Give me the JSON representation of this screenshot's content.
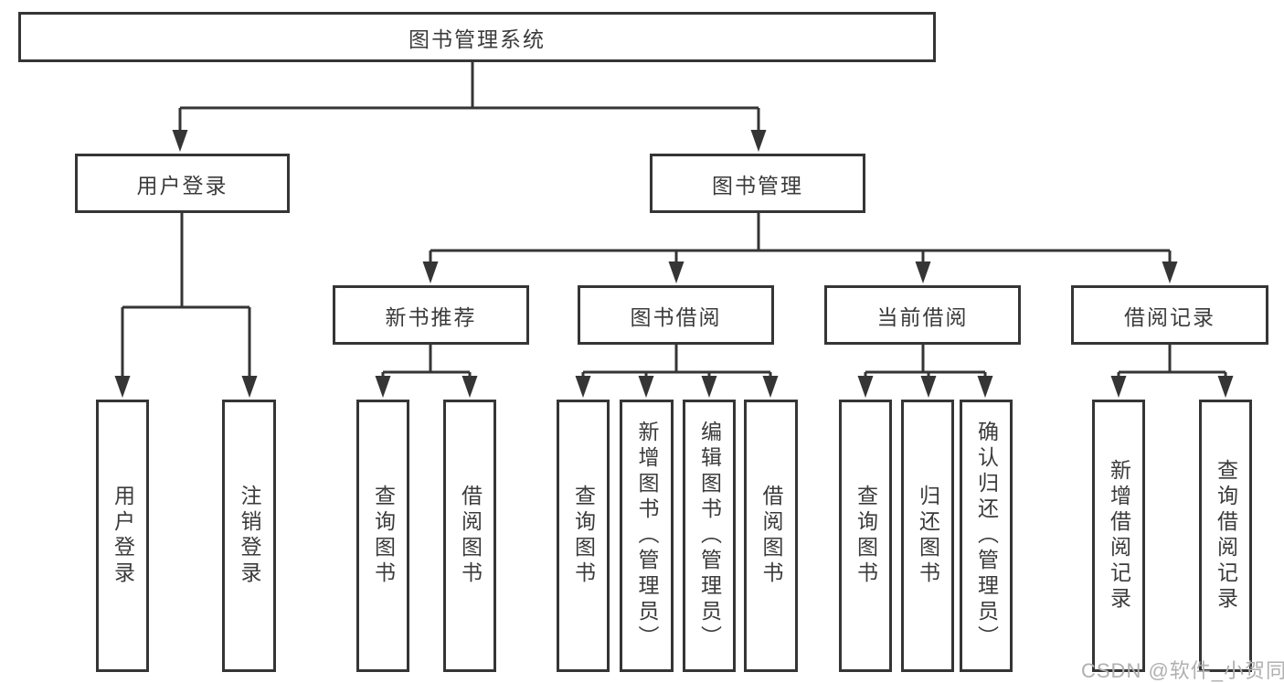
{
  "diagram": {
    "colors": {
      "line": "#353535",
      "text": "#3b3b3b",
      "background": "#ffffff",
      "watermark": "#b0b0b0"
    },
    "watermark": "CSDN @软件_小贺同学",
    "nodes": {
      "root": "图书管理系统",
      "user_login": "用户登录",
      "book_management": "图书管理",
      "new_book_recommend": "新书推荐",
      "book_borrowing": "图书借阅",
      "current_borrowing": "当前借阅",
      "borrowing_records": "借阅记录",
      "leaf_user_login": "用户登录",
      "leaf_logout": "注销登录",
      "rec_query_books": "查询图书",
      "rec_borrow_books": "借阅图书",
      "bb_query_books": "查询图书",
      "bb_add_books_admin": "新增图书（管理员）",
      "bb_edit_books_admin": "编辑图书（管理员）",
      "bb_borrow_books": "借阅图书",
      "cb_query_books": "查询图书",
      "cb_return_books": "归还图书",
      "cb_confirm_return_admin": "确认归还（管理员）",
      "br_add_record": "新增借阅记录",
      "br_query_record": "查询借阅记录"
    },
    "structure": {
      "图书管理系统": {
        "用户登录": [
          "用户登录",
          "注销登录"
        ],
        "图书管理": {
          "新书推荐": [
            "查询图书",
            "借阅图书"
          ],
          "图书借阅": [
            "查询图书",
            "新增图书（管理员）",
            "编辑图书（管理员）",
            "借阅图书"
          ],
          "当前借阅": [
            "查询图书",
            "归还图书",
            "确认归还（管理员）"
          ],
          "借阅记录": [
            "新增借阅记录",
            "查询借阅记录"
          ]
        }
      }
    }
  }
}
